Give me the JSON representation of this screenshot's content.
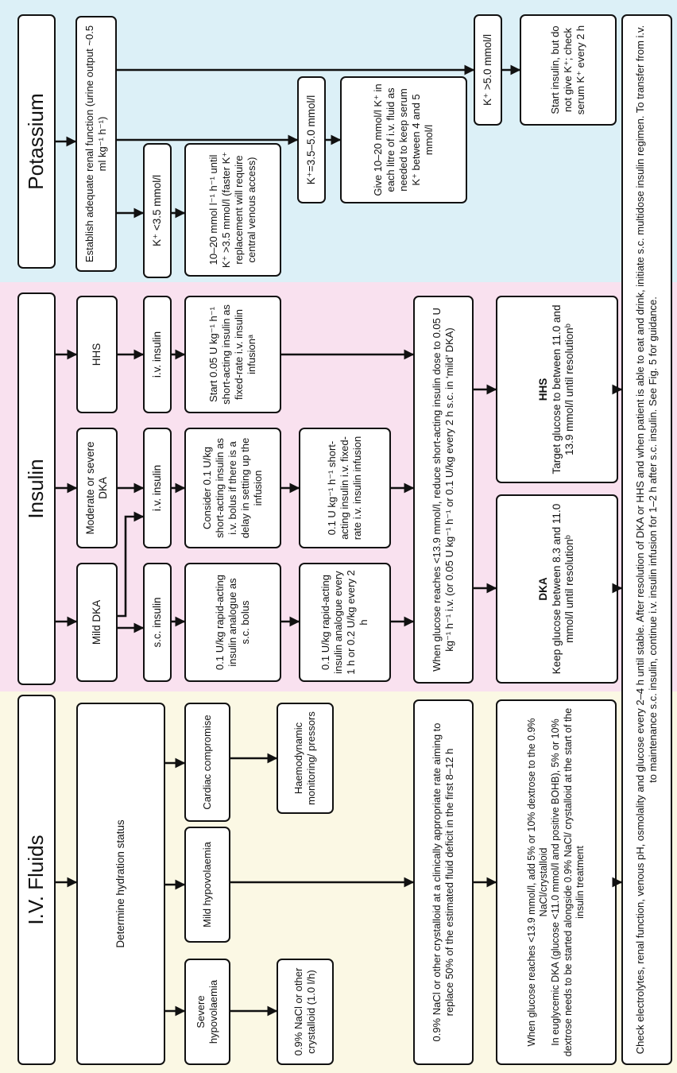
{
  "colors": {
    "potassium_band": "#dcf0f7",
    "insulin_band": "#f9e1ef",
    "fluids_band": "#fbf8e4",
    "line": "#111111"
  },
  "potassium": {
    "title": "Potassium",
    "renal": "Establish adequate renal function (urine output ~0.5 ml kg⁻¹ h⁻¹)",
    "k_low": "K⁺ <3.5 mmol/l",
    "k_low_action": "10–20 mmol l⁻¹ h⁻¹ until K⁺ >3.5 mmol/l (faster K⁺ replacement will require central venous access)",
    "k_mid": "K⁺=3.5–5.0 mmol/l",
    "k_mid_action": "Give 10–20 mmol/l K⁺ in each litre of i.v. fluid as needed to keep serum K⁺ between 4 and 5 mmol/l",
    "k_high": "K⁺ >5.0 mmol/l",
    "k_high_action": "Start insulin, but do not give K⁺; check serum K⁺ every 2 h"
  },
  "insulin": {
    "title": "Insulin",
    "hhs": "HHS",
    "hhs_route": "i.v. insulin",
    "hhs_start": "Start 0.05 U kg⁻¹ h⁻¹ short-acting insulin as fixed-rate i.v. insulin infusionᵃ",
    "mod_dka": "Moderate or severe DKA",
    "mod_route": "i.v. insulin",
    "mod_bolus": "Consider 0.1 U/kg short-acting insulin as i.v. bolus if there is a delay in setting up the infusion",
    "mod_infusion": "0.1 U kg⁻¹ h⁻¹ short-acting insulin i.v. fixed-rate i.v. insulin infusion",
    "mild_dka": "Mild DKA",
    "mild_route": "s.c. insulin",
    "mild_bolus": "0.1 U/kg rapid-acting insulin analogue as s.c. bolus",
    "mild_repeat": "0.1 U/kg rapid-acting insulin analogue every 1 h or 0.2 U/kg every 2 h",
    "reduce": "When glucose reaches <13.9 mmol/l, reduce short-acting insulin dose to 0.05 U kg⁻¹ h⁻¹ i.v. (or 0.05 U kg⁻¹ h⁻¹ or 0.1 U/kg every 2 h s.c. in ‘mild’ DKA)",
    "hhs_target_title": "HHS",
    "hhs_target": "Target glucose to between 11.0 and 13.9 mmol/l until resolutionᵇ",
    "dka_target_title": "DKA",
    "dka_target": "Keep glucose between 8.3 and 11.0 mmol/l until resolutionᵇ"
  },
  "fluids": {
    "title": "I.V. Fluids",
    "hydration": "Determine hydration status",
    "cardiac": "Cardiac compromise",
    "haemo": "Haemodynamic monitoring/ pressors",
    "mild_hypo": "Mild hypovolaemia",
    "severe_hypo": "Severe hypovolaemia",
    "nacl": "0.9% NaCl or other crystalloid (1.0 l/h)",
    "crystalloid": "0.9% NaCl or other crystalloid at a clinically appropriate rate aiming to replace 50% of the estimated fluid deficit in the first 8–12 h",
    "dextrose_1": "When glucose reaches <13.9 mmol/l, add 5% or 10% dextrose to the 0.9% NaCl/crystalloid",
    "dextrose_2": "In euglycemic DKA (glucose <11.0 mmol/l and positive BOHB), 5% or 10% dextrose needs to be started alongside 0.9% NaCl/ crystalloid at the start of the insulin treatment"
  },
  "footer": "Check electrolytes, renal function, venous pH, osmolality and glucose every 2–4 h until stable. After resolution of DKA or HHS and when patient is able to eat and drink, initiate s.c. multidose insulin regimen. To transfer from i.v. to maintenance s.c. insulin, continue i.v. insulin infusion for 1–2 h after s.c. insulin. See Fig. 5 for guidance."
}
